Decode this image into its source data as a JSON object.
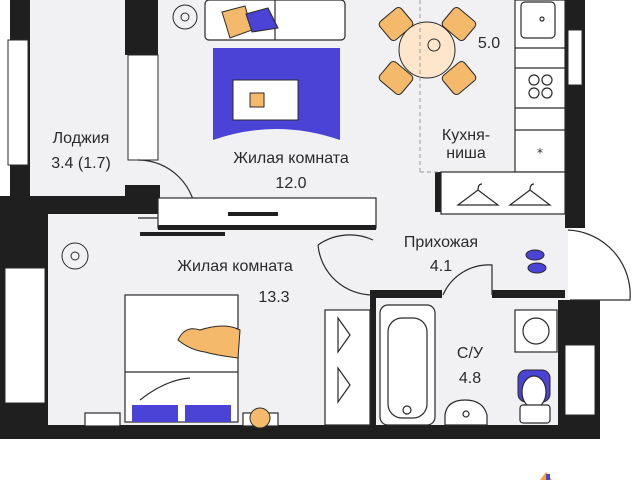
{
  "rooms": {
    "loggia": {
      "name": "Лоджия",
      "area": "3.4 (1.7)"
    },
    "living_room_1": {
      "name": "Жилая комната",
      "area": "12.0"
    },
    "kitchen": {
      "name_line1": "Кухня-",
      "name_line2": "ниша",
      "area": "5.0"
    },
    "hallway": {
      "name": "Прихожая",
      "area": "4.1"
    },
    "living_room_2": {
      "name": "Жилая комната",
      "area": "13.3"
    },
    "bathroom": {
      "name": "С/У",
      "area": "4.8"
    }
  },
  "colors": {
    "wall": "#1f1f1f",
    "floor": "#f1f1f3",
    "accent_blue": "#4a43d6",
    "accent_orange": "#f4b96a"
  }
}
